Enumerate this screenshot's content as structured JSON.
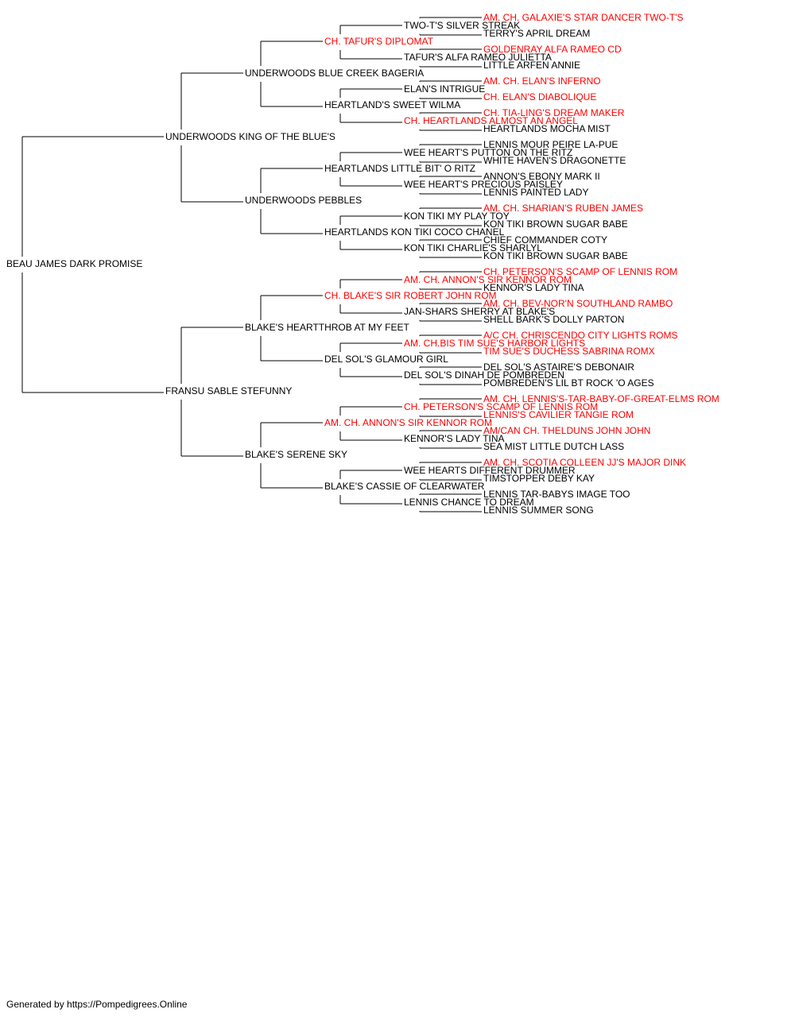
{
  "colors": {
    "champion": "#ff0000",
    "normal": "#000000",
    "line": "#000000"
  },
  "footer": "Generated by https://Pompedigrees.Online",
  "pedigree": {
    "name": "BEAU JAMES DARK PROMISE",
    "sire": {
      "name": "UNDERWOODS KING OF THE BLUE'S",
      "sire": {
        "name": "UNDERWOODS BLUE CREEK BAGERIA",
        "sire": {
          "name": "CH. TAFUR'S DIPLOMAT",
          "champion": true,
          "sire": {
            "name": "TWO-T'S SILVER STREAK",
            "sire": {
              "name": "AM. CH. GALAXIE'S STAR DANCER TWO-T'S",
              "champion": true
            },
            "dam": {
              "name": "TERRY'S APRIL DREAM"
            }
          },
          "dam": {
            "name": "TAFUR'S ALFA RAMEO JULIETTA",
            "sire": {
              "name": "GOLDENRAY ALFA RAMEO CD",
              "champion": true
            },
            "dam": {
              "name": "LITTLE ARFEN ANNIE"
            }
          }
        },
        "dam": {
          "name": "HEARTLAND'S SWEET WILMA",
          "sire": {
            "name": "ELAN'S INTRIGUE",
            "sire": {
              "name": "AM. CH. ELAN'S INFERNO",
              "champion": true
            },
            "dam": {
              "name": "CH. ELAN'S DIABOLIQUE",
              "champion": true
            }
          },
          "dam": {
            "name": "CH. HEARTLANDS ALMOST AN ANGEL",
            "champion": true,
            "sire": {
              "name": "CH. TIA-LING'S DREAM MAKER",
              "champion": true
            },
            "dam": {
              "name": "HEARTLANDS MOCHA MIST"
            }
          }
        }
      },
      "dam": {
        "name": "UNDERWOODS PEBBLES",
        "sire": {
          "name": "HEARTLANDS LITTLE BIT' O RITZ",
          "sire": {
            "name": "WEE HEART'S PUTTON ON THE RITZ",
            "sire": {
              "name": "LENNIS MOUR PEIRE LA-PUE"
            },
            "dam": {
              "name": "WHITE HAVEN'S DRAGONETTE"
            }
          },
          "dam": {
            "name": "WEE HEART'S PRECIOUS PAISLEY",
            "sire": {
              "name": "ANNON'S EBONY MARK II"
            },
            "dam": {
              "name": "LENNIS PAINTED LADY"
            }
          }
        },
        "dam": {
          "name": "HEARTLANDS KON TIKI COCO CHANEL",
          "sire": {
            "name": "KON TIKI MY PLAY TOY",
            "sire": {
              "name": "AM. CH. SHARIAN'S RUBEN JAMES",
              "champion": true
            },
            "dam": {
              "name": "KON TIKI BROWN SUGAR BABE"
            }
          },
          "dam": {
            "name": "KON TIKI CHARLIE'S SHARLYL",
            "sire": {
              "name": "CHIEF COMMANDER COTY"
            },
            "dam": {
              "name": "KON TIKI BROWN SUGAR BABE"
            }
          }
        }
      }
    },
    "dam": {
      "name": "FRANSU SABLE STEFUNNY",
      "sire": {
        "name": "BLAKE'S HEARTTHROB AT MY FEET",
        "sire": {
          "name": "CH. BLAKE'S SIR ROBERT JOHN ROM",
          "champion": true,
          "sire": {
            "name": "AM. CH. ANNON'S SIR KENNOR ROM",
            "champion": true,
            "sire": {
              "name": "CH. PETERSON'S SCAMP OF LENNIS ROM",
              "champion": true
            },
            "dam": {
              "name": "KENNOR'S LADY TINA"
            }
          },
          "dam": {
            "name": "JAN-SHARS SHERRY AT BLAKE'S",
            "sire": {
              "name": "AM. CH. BEV-NOR'N SOUTHLAND RAMBO",
              "champion": true
            },
            "dam": {
              "name": "SHELL BARK'S DOLLY PARTON"
            }
          }
        },
        "dam": {
          "name": "DEL SOL'S GLAMOUR GIRL",
          "sire": {
            "name": "AM. CH.BIS TIM SUE'S HARBOR LIGHTS",
            "champion": true,
            "sire": {
              "name": "A/C CH. CHRISCENDO CITY LIGHTS ROMS",
              "champion": true
            },
            "dam": {
              "name": "TIM SUE'S DUCHESS SABRINA ROMX",
              "champion": true
            }
          },
          "dam": {
            "name": "DEL SOL'S DINAH DE POMBREDEN",
            "sire": {
              "name": "DEL SOL'S ASTAIRE'S DEBONAIR"
            },
            "dam": {
              "name": "POMBREDEN'S LIL BT ROCK 'O AGES"
            }
          }
        }
      },
      "dam": {
        "name": "BLAKE'S SERENE SKY",
        "sire": {
          "name": "AM. CH. ANNON'S SIR KENNOR ROM",
          "champion": true,
          "sire": {
            "name": "CH. PETERSON'S SCAMP OF LENNIS ROM",
            "champion": true,
            "sire": {
              "name": "AM. CH. LENNIS'S-TAR-BABY-OF-GREAT-ELMS ROM",
              "champion": true
            },
            "dam": {
              "name": "LENNIS'S CAVILIER TANGIE ROM",
              "champion": true
            }
          },
          "dam": {
            "name": "KENNOR'S LADY TINA",
            "sire": {
              "name": "AM/CAN CH. THELDUNS JOHN JOHN",
              "champion": true
            },
            "dam": {
              "name": "SEA MIST LITTLE DUTCH LASS"
            }
          }
        },
        "dam": {
          "name": "BLAKE'S CASSIE OF CLEARWATER",
          "sire": {
            "name": "WEE HEARTS DIFFERENT DRUMMER",
            "sire": {
              "name": "AM. CH. SCOTIA COLLEEN JJ'S MAJOR DINK",
              "champion": true
            },
            "dam": {
              "name": "TIMSTOPPER DEBY KAY"
            }
          },
          "dam": {
            "name": "LENNIS CHANCE TO DREAM",
            "sire": {
              "name": "LENNIS TAR-BABYS IMAGE TOO"
            },
            "dam": {
              "name": "LENNIS SUMMER SONG"
            }
          }
        }
      }
    }
  }
}
